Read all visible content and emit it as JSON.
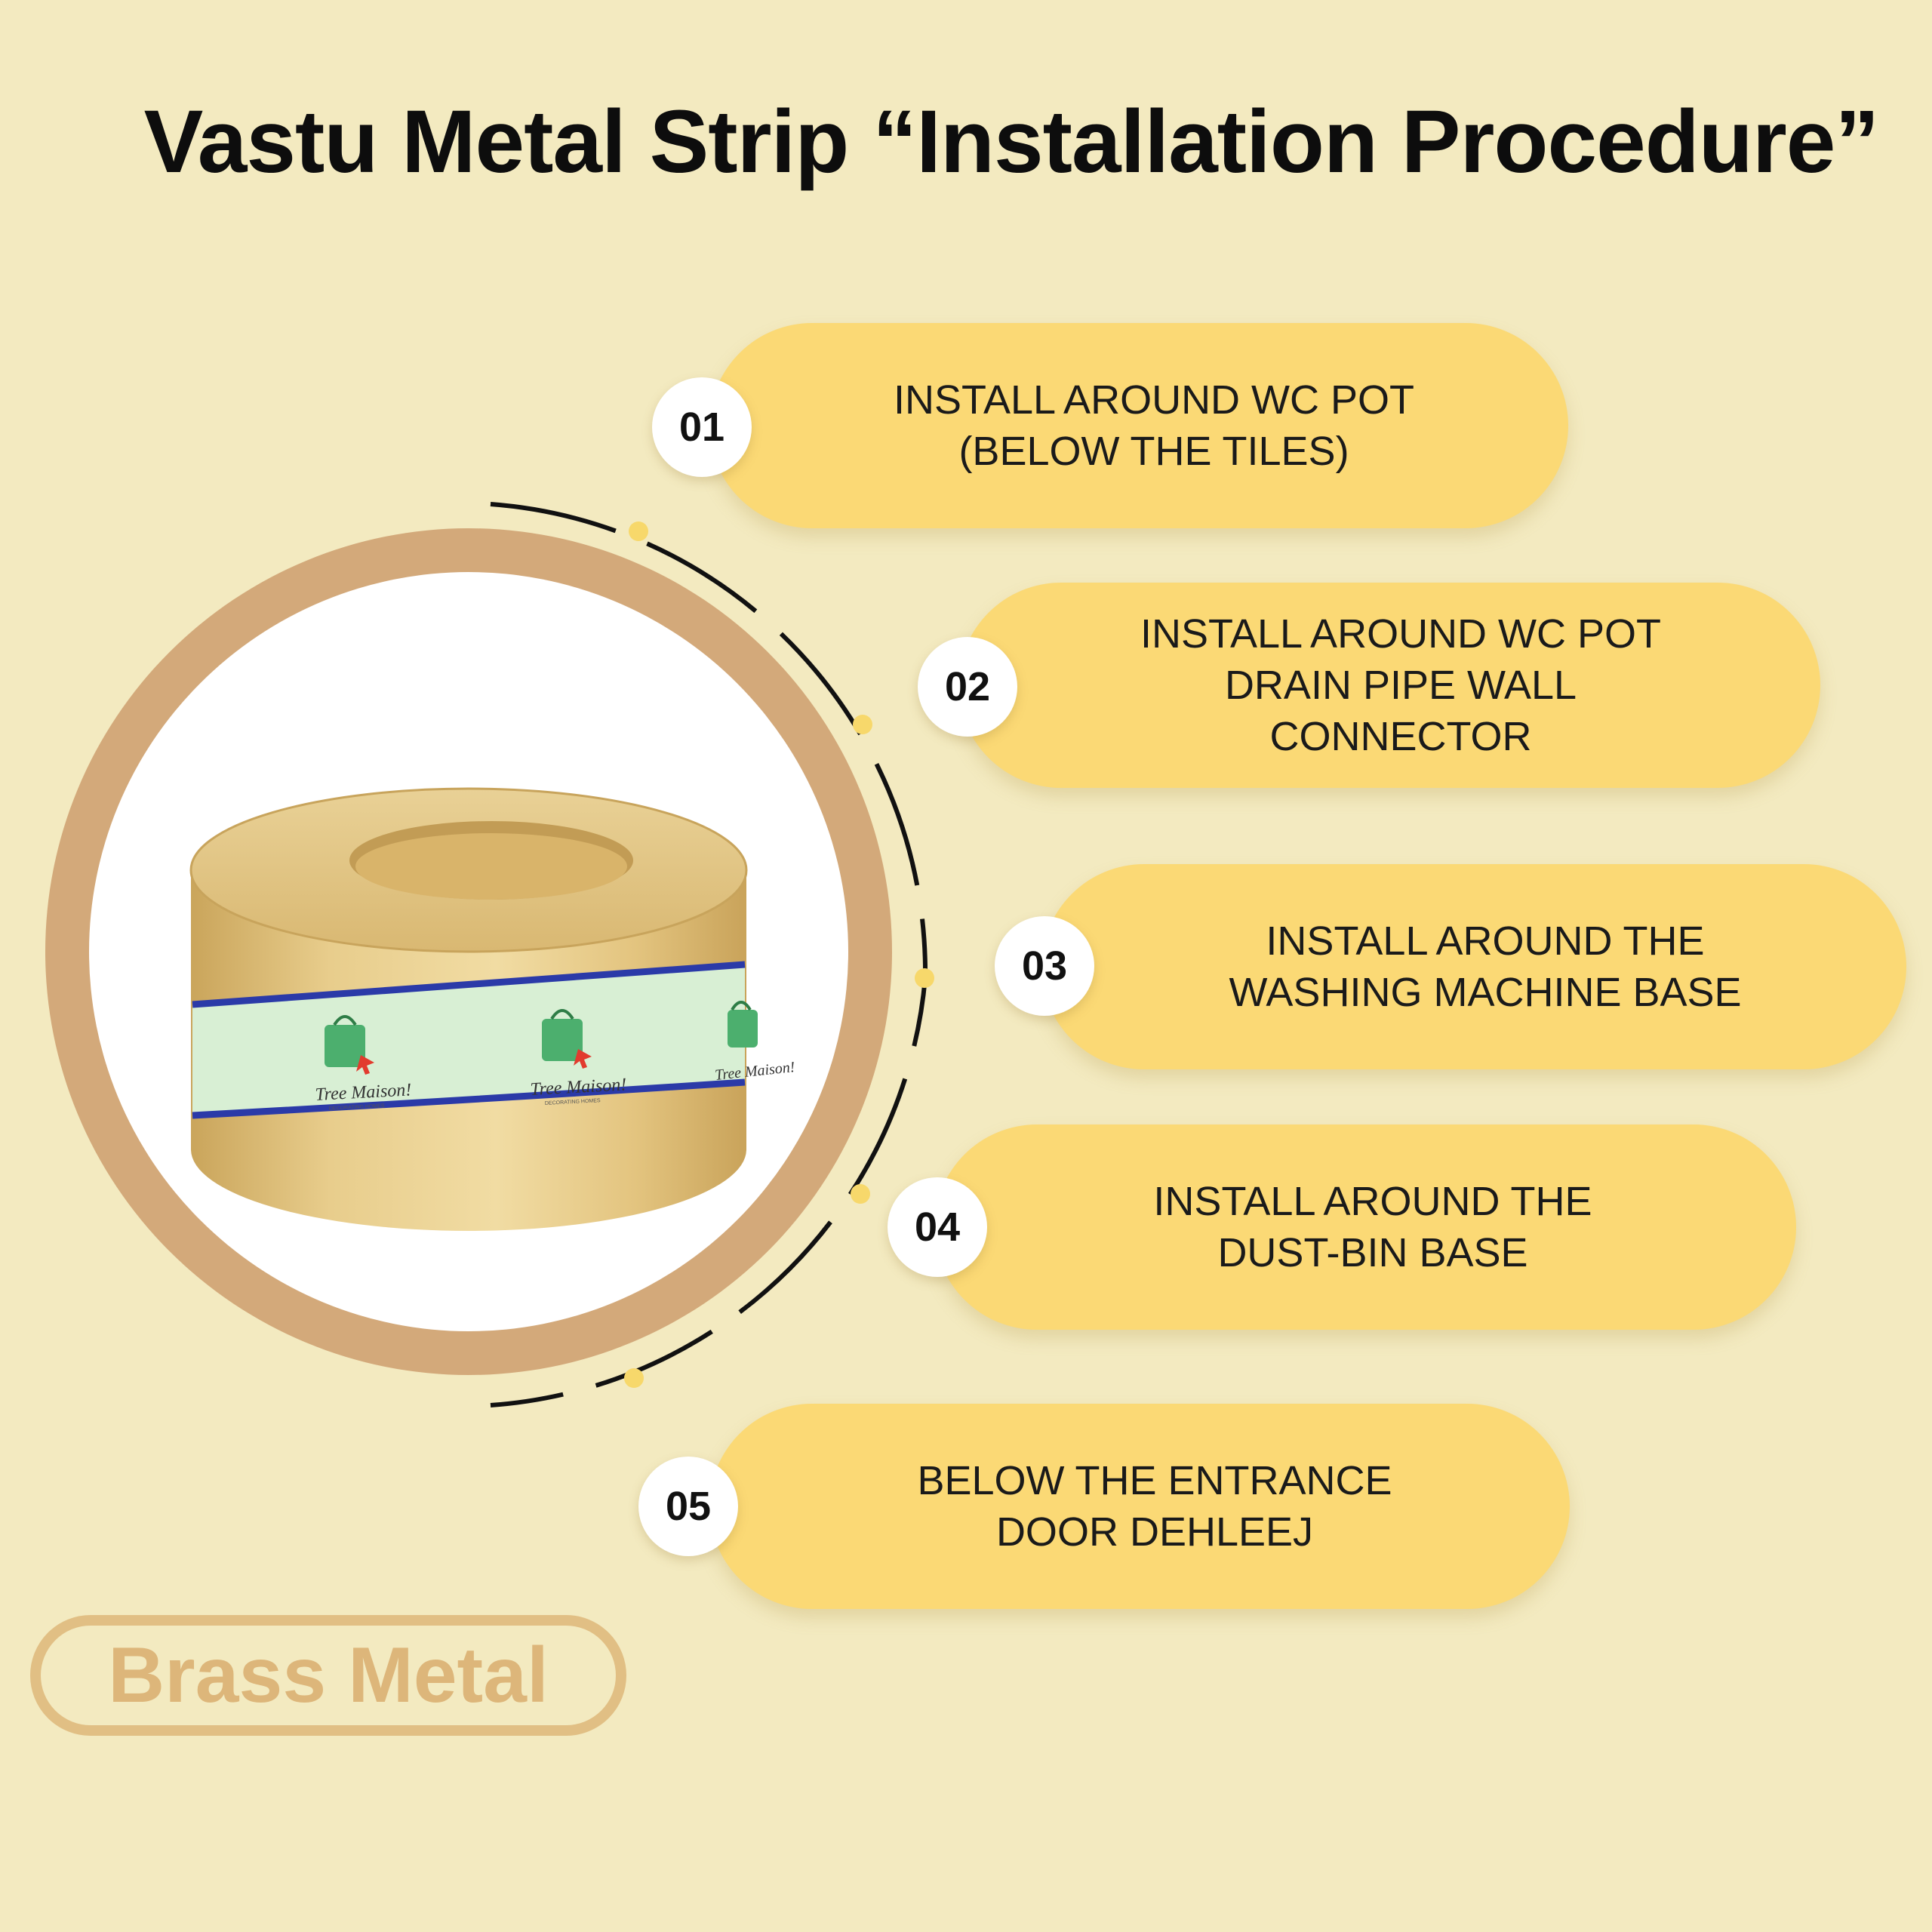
{
  "title": "Vastu Metal Strip “Installation Procedure”",
  "steps": [
    {
      "number": "01",
      "text": "INSTALL AROUND WC POT\n(BELOW THE TILES)"
    },
    {
      "number": "02",
      "text": "INSTALL AROUND WC POT\nDRAIN PIPE WALL\nCONNECTOR"
    },
    {
      "number": "03",
      "text": "INSTALL AROUND THE\nWASHING MACHINE BASE"
    },
    {
      "number": "04",
      "text": "INSTALL AROUND THE\nDUST-BIN BASE"
    },
    {
      "number": "05",
      "text": "BELOW THE ENTRANCE\nDOOR DEHLEEJ"
    }
  ],
  "product": {
    "label_brand": "Tree Maison!",
    "label_tagline": "DECORATING HOMES"
  },
  "badge_text": "Brass Metal",
  "colors": {
    "background": "#f3eac0",
    "pill": "#fbd975",
    "ring": "#d3a97a",
    "brass_text": "#ddb67a",
    "label_band": "#d8efd4",
    "label_stripe": "#2b3aa8"
  }
}
